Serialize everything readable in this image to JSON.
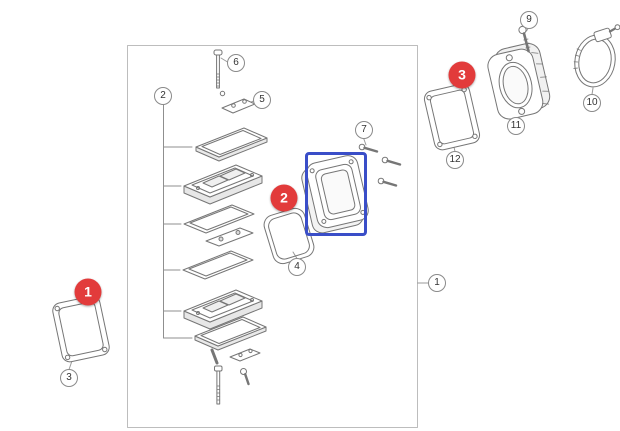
{
  "diagram": {
    "description": "Reed valve assembly exploded parts diagram",
    "colors": {
      "background": "#ffffff",
      "line": "#767676",
      "frame_border": "#bdbdbd",
      "badge_bg": "#e23b3b",
      "badge_text": "#ffffff",
      "highlight_border": "#3a4ec8",
      "callout_border": "#8a8a8a",
      "callout_text": "#333333"
    },
    "badges": [
      {
        "id": "badge-1",
        "label": "1"
      },
      {
        "id": "badge-2",
        "label": "2"
      },
      {
        "id": "badge-3",
        "label": "3"
      }
    ],
    "highlight": {
      "highlights_part_callout": "2"
    },
    "callouts": [
      {
        "id": "callout-1",
        "label": "1"
      },
      {
        "id": "callout-2",
        "label": "2"
      },
      {
        "id": "callout-3",
        "label": "3"
      },
      {
        "id": "callout-4",
        "label": "4"
      },
      {
        "id": "callout-5",
        "label": "5"
      },
      {
        "id": "callout-6",
        "label": "6"
      },
      {
        "id": "callout-7",
        "label": "7"
      },
      {
        "id": "callout-9",
        "label": "9"
      },
      {
        "id": "callout-10",
        "label": "10"
      },
      {
        "id": "callout-11",
        "label": "11"
      },
      {
        "id": "callout-12",
        "label": "12"
      }
    ]
  }
}
